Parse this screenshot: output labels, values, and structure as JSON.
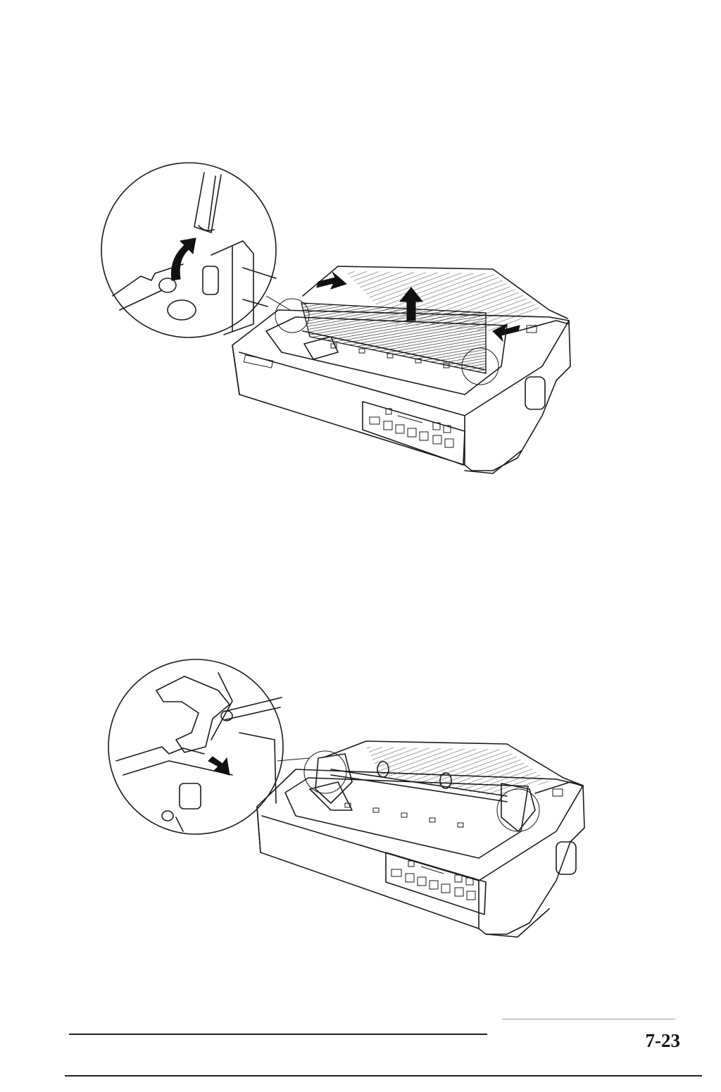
{
  "page": {
    "page_number": "7-23"
  },
  "figures": [
    {
      "id": "figure-paper-tension-unit-removal",
      "icon": "printer-illustration"
    },
    {
      "id": "figure-pull-tractor-install",
      "icon": "printer-illustration"
    }
  ]
}
